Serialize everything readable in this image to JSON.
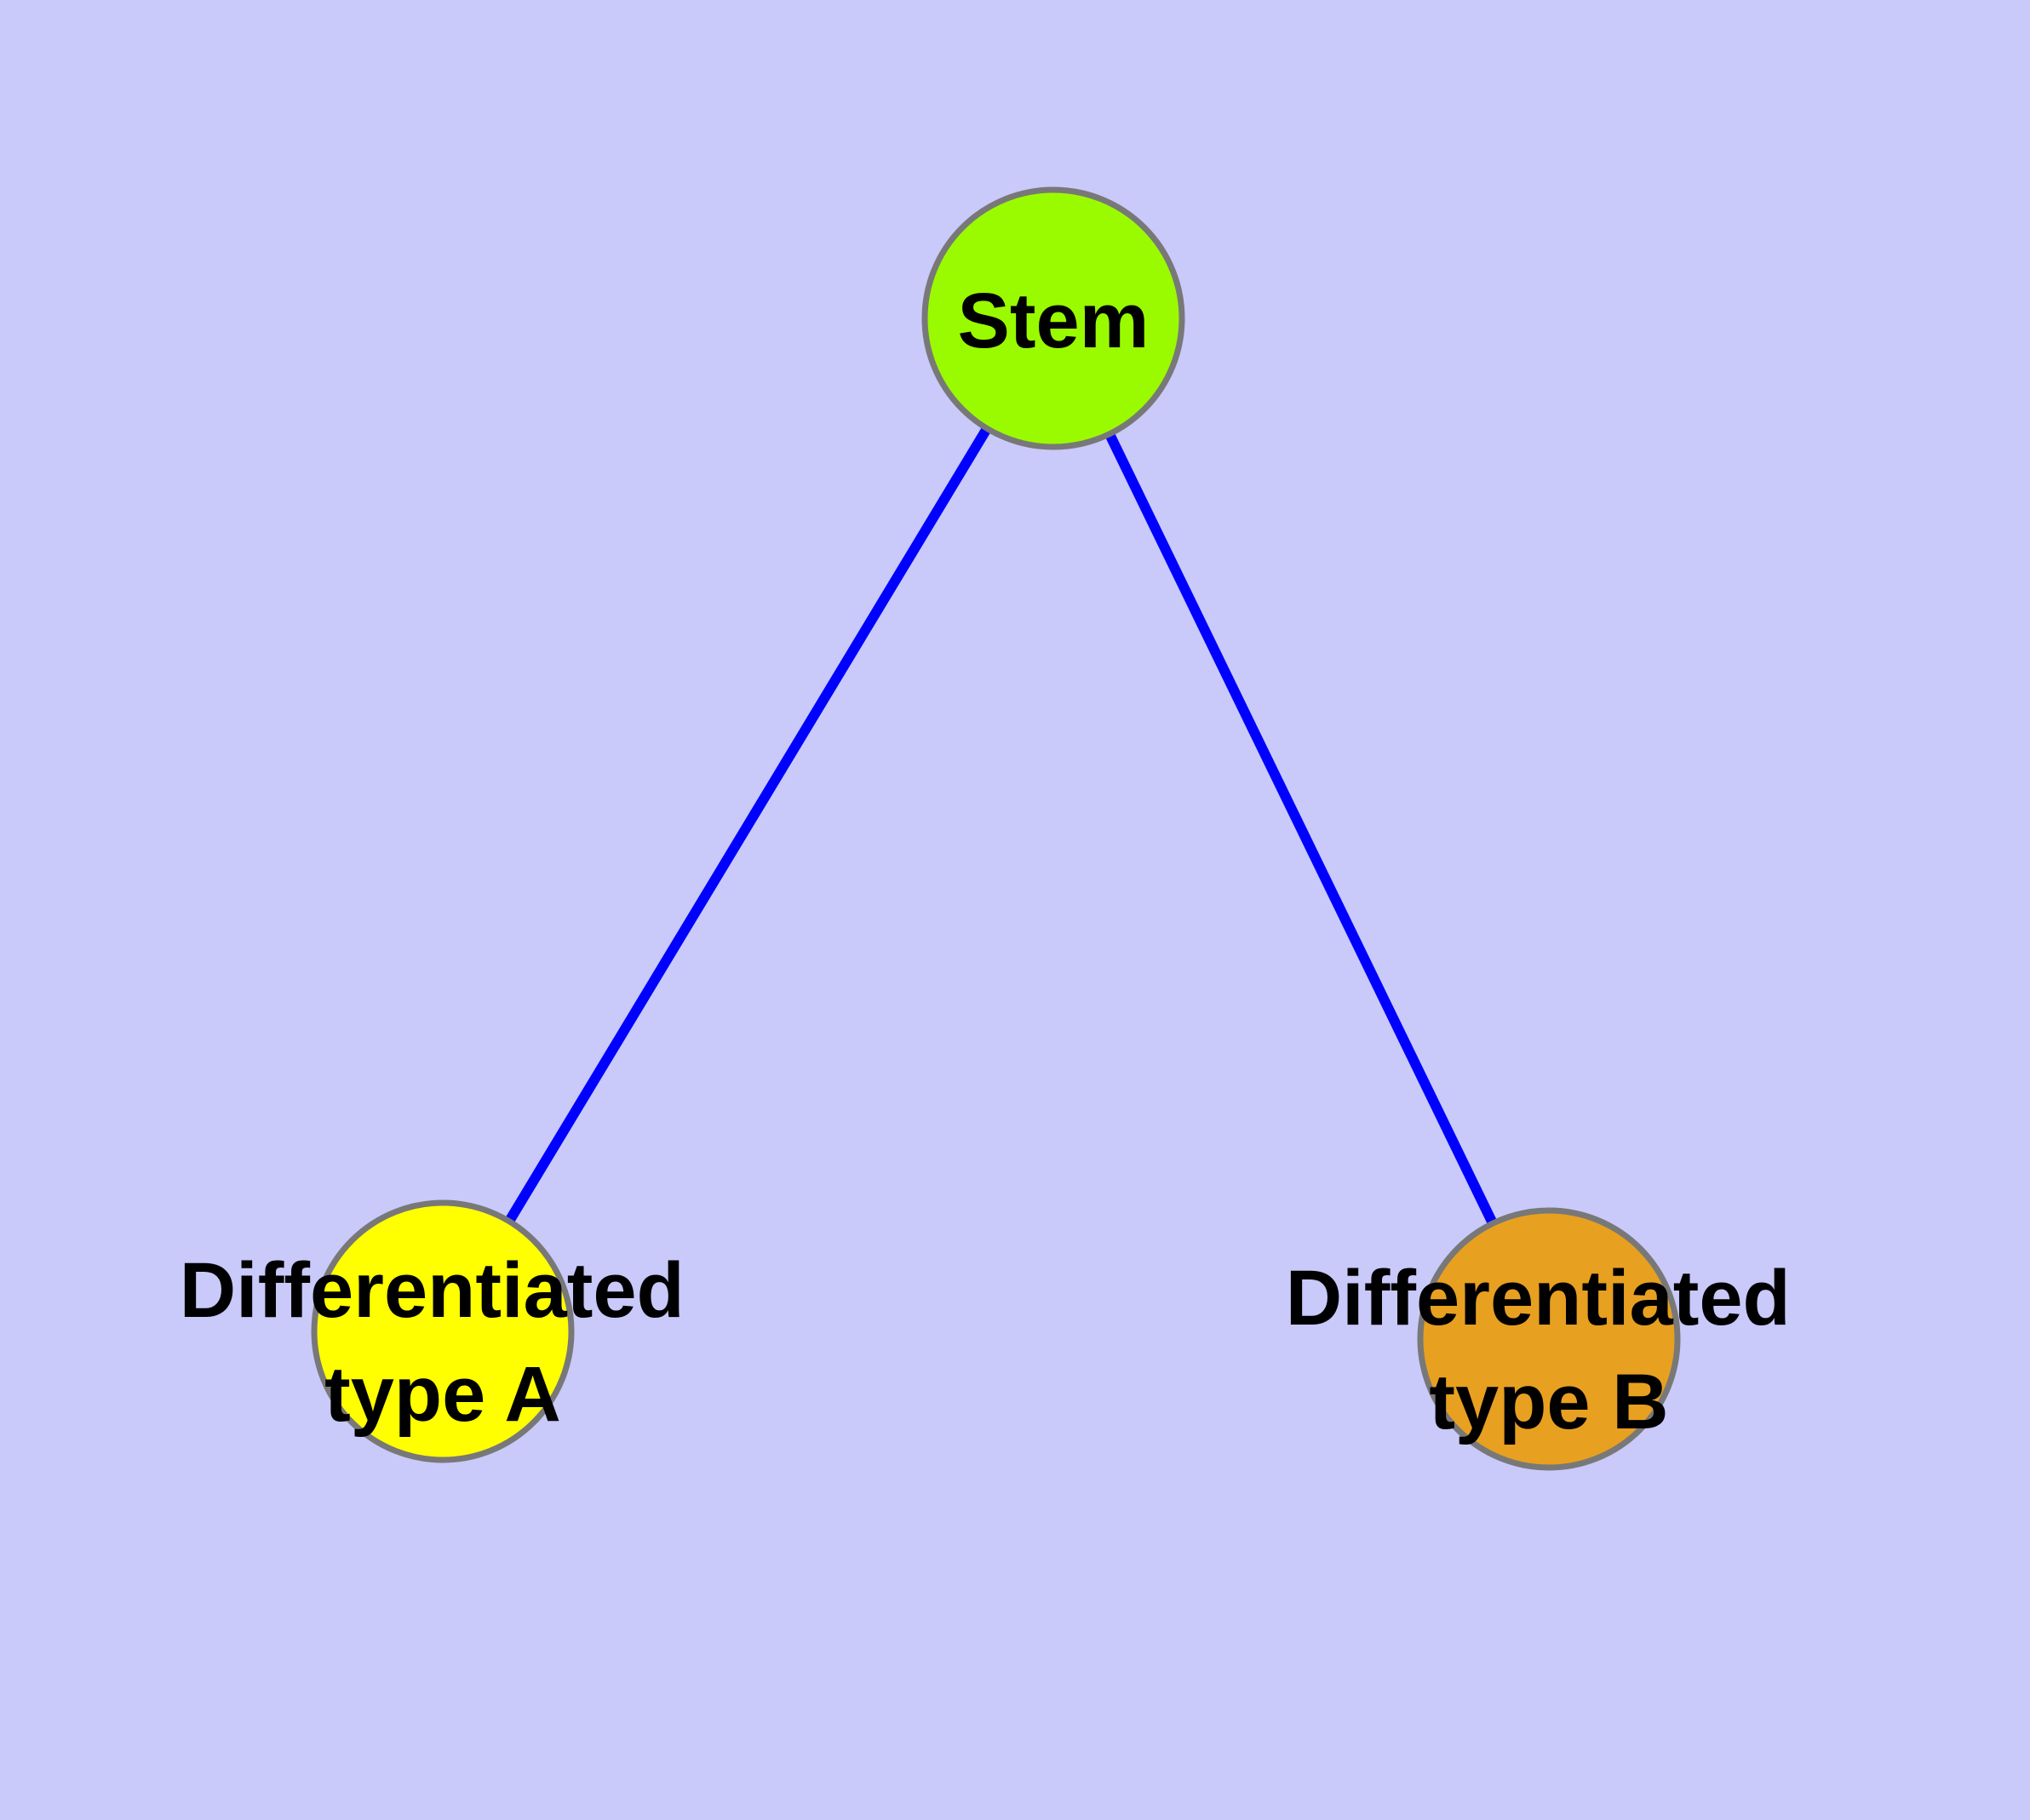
{
  "diagram": {
    "background_color": "#C9C9FA",
    "edge_color": "#0000FF",
    "node_border_color": "#787878",
    "text_color": "#000000",
    "nodes": {
      "stem": {
        "label": "Stem",
        "fill": "#9AFB00"
      },
      "type_a": {
        "label_line1": "Differentiated",
        "label_line2": "type A",
        "fill": "#FFFF00"
      },
      "type_b": {
        "label_line1": "Differentiated",
        "label_line2": "type B",
        "fill": "#E8A020"
      }
    },
    "edges": [
      {
        "from": "Stem",
        "to": "Differentiated type A"
      },
      {
        "from": "Stem",
        "to": "Differentiated type B"
      }
    ]
  }
}
